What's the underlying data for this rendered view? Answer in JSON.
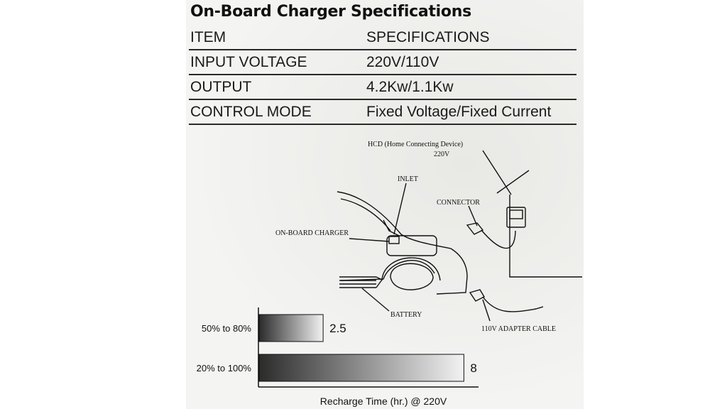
{
  "title": "On-Board Charger Specifications",
  "spec_table": {
    "header": [
      "ITEM",
      "SPECIFICATIONS"
    ],
    "rows": [
      [
        "INPUT VOLTAGE",
        "220V/110V"
      ],
      [
        "OUTPUT",
        "4.2Kw/1.1Kw"
      ],
      [
        "CONTROL MODE",
        "Fixed Voltage/Fixed Current"
      ]
    ]
  },
  "diagram": {
    "labels": {
      "hcd": "HCD (Home Connecting Device)",
      "hcd_voltage": "220V",
      "inlet": "INLET",
      "connector": "CONNECTOR",
      "on_board_charger": "ON-BOARD CHARGER",
      "battery": "BATTERY",
      "adapter_cable": "110V ADAPTER CABLE"
    }
  },
  "chart_data": {
    "type": "bar",
    "orientation": "horizontal",
    "categories": [
      "50% to 80%",
      "20% to 100%"
    ],
    "values": [
      2.5,
      8
    ],
    "value_labels": [
      "2.5",
      "8"
    ],
    "xlabel": "Recharge Time (hr.) @ 220V",
    "xlim": [
      0,
      8.6
    ],
    "grid": false,
    "colors": {
      "bar_dark": "#2b2b2b",
      "bar_light": "#f2f2f2"
    }
  }
}
